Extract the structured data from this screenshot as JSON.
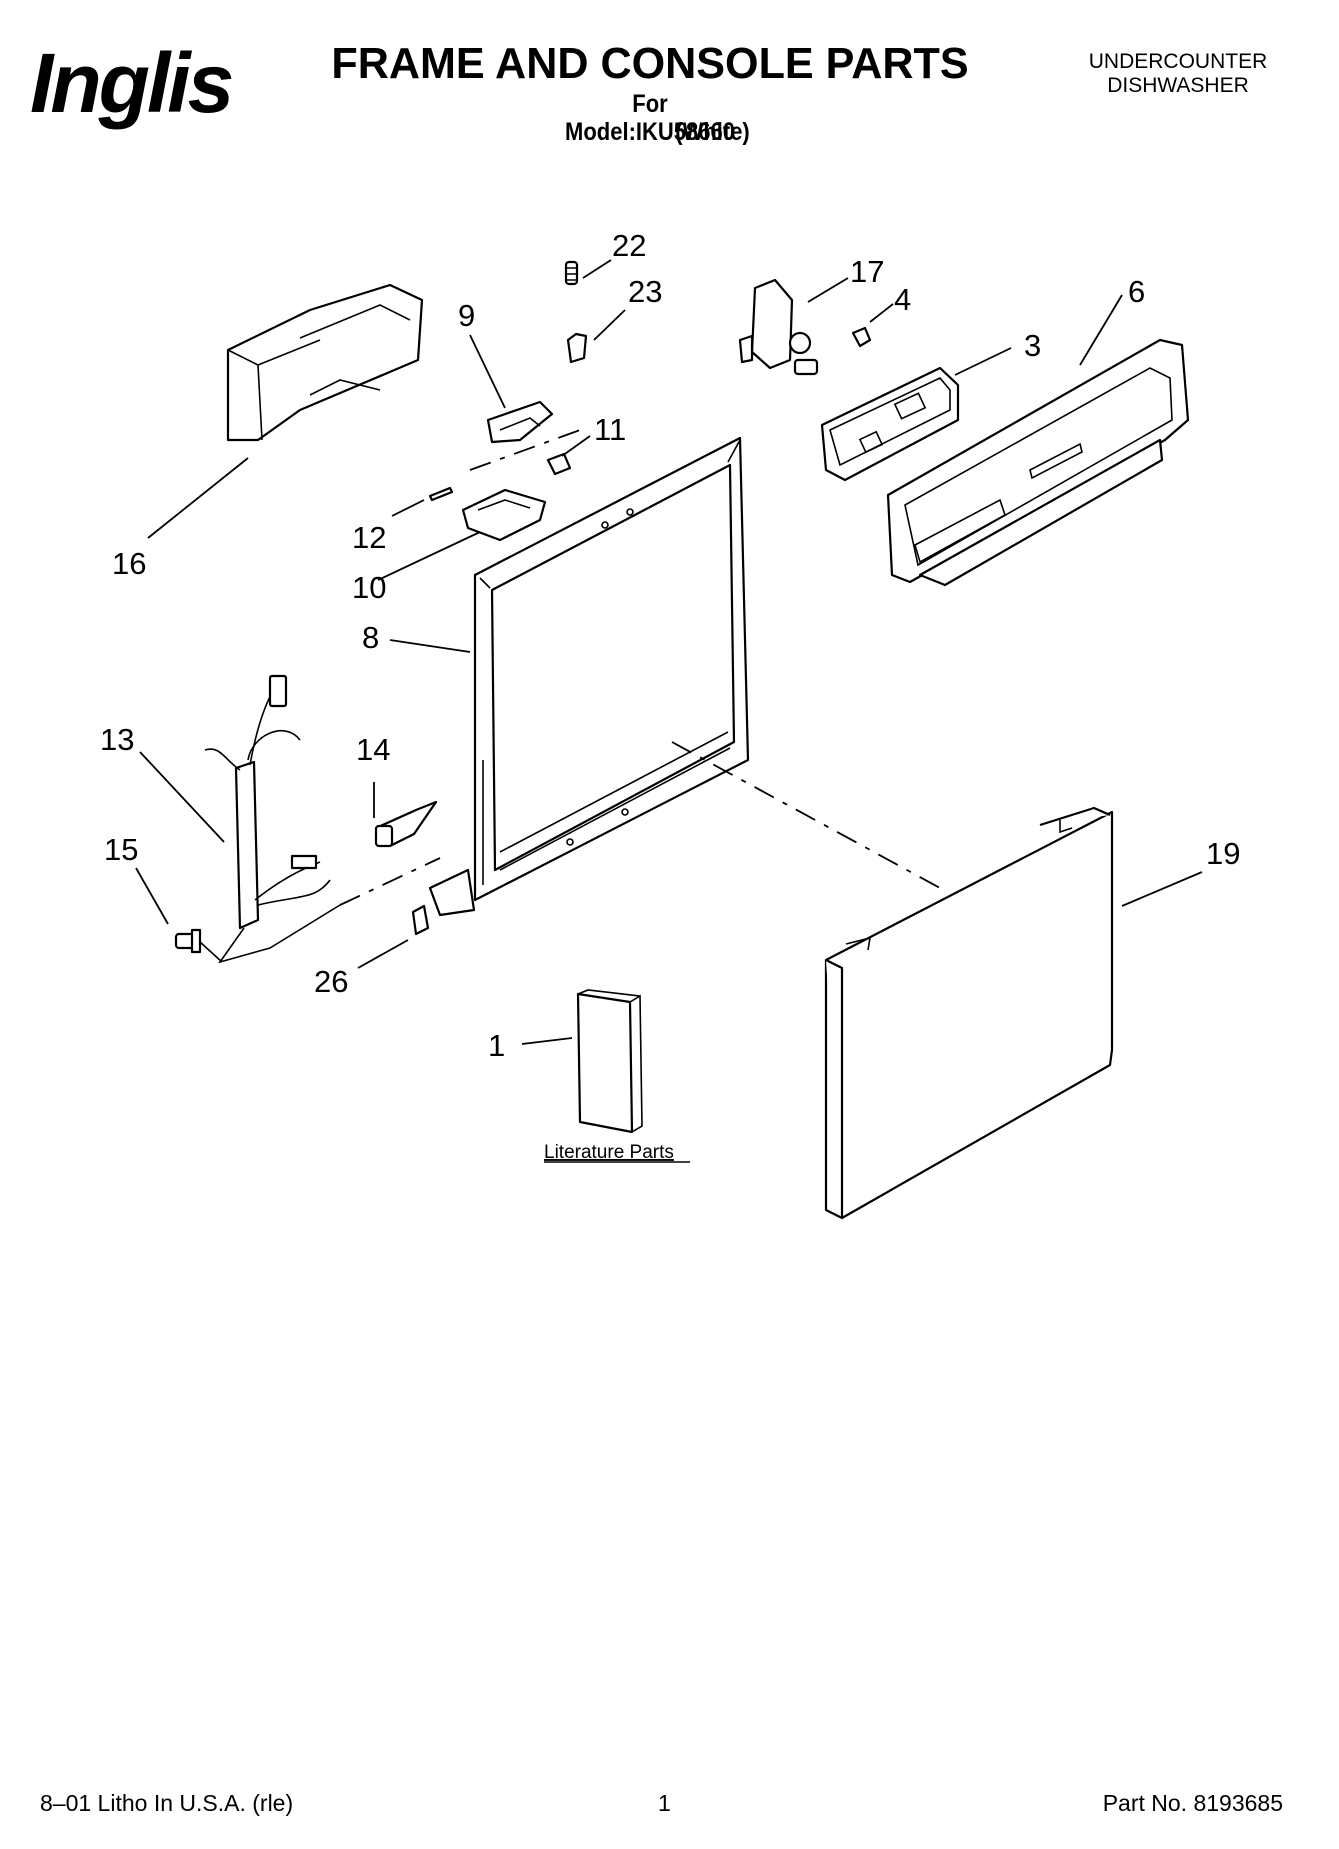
{
  "header": {
    "brand": "Inglis",
    "title": "FRAME AND CONSOLE PARTS",
    "model_line": "For Model:IKU58660",
    "color_line": "(White)",
    "product_line1": "UNDERCOUNTER",
    "product_line2": "DISHWASHER"
  },
  "diagram": {
    "callouts": [
      {
        "id": "c22",
        "label": "22"
      },
      {
        "id": "c23",
        "label": "23"
      },
      {
        "id": "c17",
        "label": "17"
      },
      {
        "id": "c4",
        "label": "4"
      },
      {
        "id": "c6",
        "label": "6"
      },
      {
        "id": "c3",
        "label": "3"
      },
      {
        "id": "c9",
        "label": "9"
      },
      {
        "id": "c11",
        "label": "11"
      },
      {
        "id": "c12",
        "label": "12"
      },
      {
        "id": "c10",
        "label": "10"
      },
      {
        "id": "c16",
        "label": "16"
      },
      {
        "id": "c8",
        "label": "8"
      },
      {
        "id": "c13",
        "label": "13"
      },
      {
        "id": "c14",
        "label": "14"
      },
      {
        "id": "c15",
        "label": "15"
      },
      {
        "id": "c26",
        "label": "26"
      },
      {
        "id": "c19",
        "label": "19"
      },
      {
        "id": "c1",
        "label": "1"
      }
    ],
    "literature_caption": "Literature Parts"
  },
  "footer": {
    "litho": "8–01 Litho In U.S.A. (rle)",
    "page": "1",
    "part_no": "Part No. 8193685"
  }
}
